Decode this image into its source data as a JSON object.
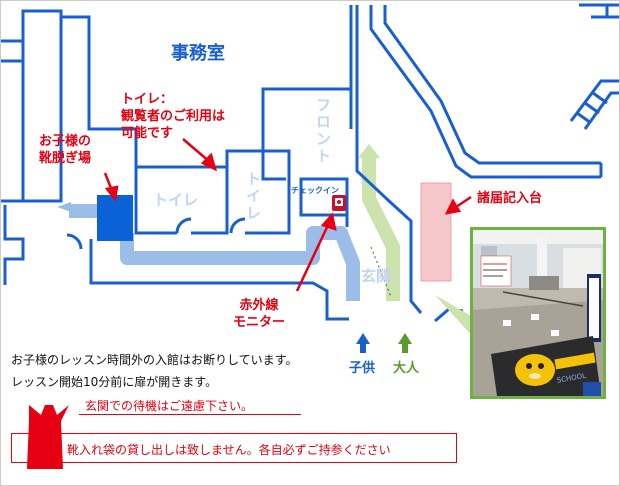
{
  "labels": {
    "office": "事務室",
    "toilet_note": "トイレ：\n観覧者のご利用は\n可能です",
    "kids_shoes": "お子様の\n靴脱ぎ場",
    "toilet_1": "トイレ",
    "toilet_2": "トイレ",
    "front": "フロント",
    "checkin": "チェックイン",
    "ir_monitor": "赤外線\nモニター",
    "entrance": "玄関",
    "forms_desk": "諸届記入台",
    "child": "子供",
    "adult": "大人"
  },
  "notices": {
    "line1": "お子様のレッスン時間外の入館はお断りしています。",
    "line2": "レッスン開始10分前に扉が開きます。",
    "wait": "玄関での待機はご遠慮下さい。",
    "bag": "靴入れ袋の貸し出しは致しません。各自必ずご持参ください"
  },
  "photo": {
    "sign_text": "SCHOOL"
  },
  "colors": {
    "wall": "#1a5fd0",
    "child_path": "#9cbde8",
    "adult_path": "#cde3ad",
    "accent_red": "#e60012",
    "desk_pink": "#f6c7ca",
    "photo_frame": "#6db33f",
    "ghost_text": "#c4d4ee"
  },
  "icons": {
    "checkin": "checkin-terminal-icon",
    "bag": "shoe-bag-icon",
    "child_arrow": "arrow-up-icon",
    "adult_arrow": "arrow-up-icon"
  }
}
